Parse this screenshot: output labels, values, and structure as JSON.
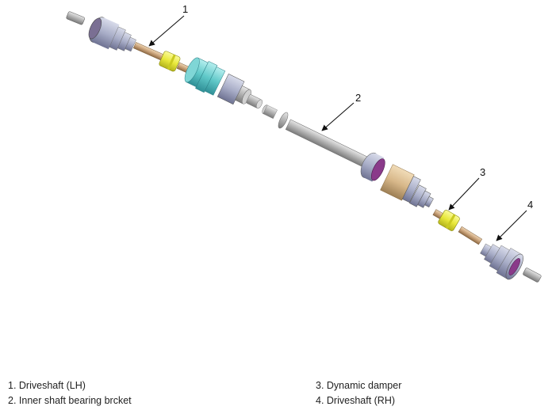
{
  "callouts": {
    "c1": "1",
    "c2": "2",
    "c3": "3",
    "c4": "4"
  },
  "legend": {
    "left": [
      "1. Driveshaft (LH)",
      "2. Inner shaft bearing brcket"
    ],
    "right": [
      "3. Dynamic damper",
      "4. Driveshaft (RH)"
    ]
  },
  "colors": {
    "boot": "#a9aec8",
    "boot_dark": "#6f7393",
    "shaft_bronze": "#c9a27a",
    "damper_yellow": "#e8e83a",
    "cv_teal": "#5fc8c8",
    "shaft_gray": "#a8a8a8",
    "bearing_purple": "#8a3a8a",
    "housing_tan": "#d8b88a"
  }
}
